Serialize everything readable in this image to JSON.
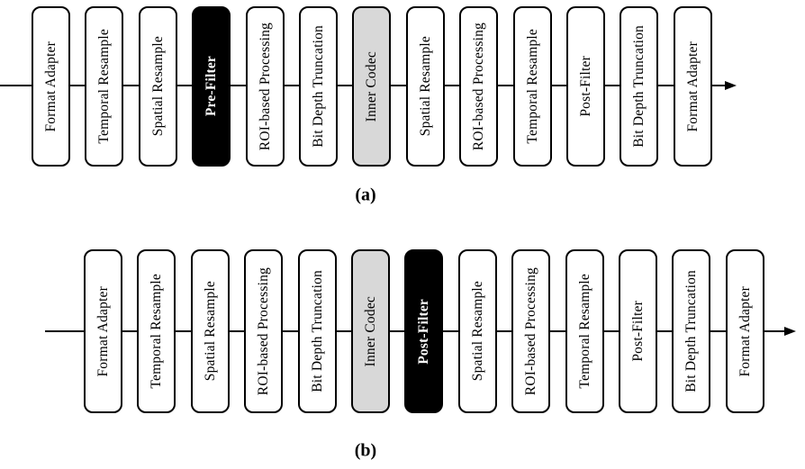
{
  "figure": {
    "colors": {
      "box_fill": "#ffffff",
      "border": "#000000",
      "line": "#000000",
      "codec_fill": "#d8d8d8",
      "highlight_fill": "#000000",
      "highlight_text": "#ffffff"
    },
    "pipelines": [
      {
        "id": "a",
        "caption": "(a)",
        "boxes": [
          {
            "label": "Format Adapter",
            "style": "normal"
          },
          {
            "label": "Temporal Resample",
            "style": "normal"
          },
          {
            "label": "Spatial Resample",
            "style": "normal"
          },
          {
            "label": "Pre-Filter",
            "style": "highlight"
          },
          {
            "label": "ROI-based Processing",
            "style": "normal"
          },
          {
            "label": "Bit Depth Truncation",
            "style": "normal"
          },
          {
            "label": "Inner Codec",
            "style": "codec"
          },
          {
            "label": "Spatial Resample",
            "style": "normal"
          },
          {
            "label": "ROI-based Processing",
            "style": "normal"
          },
          {
            "label": "Temporal Resample",
            "style": "normal"
          },
          {
            "label": "Post-Filter",
            "style": "normal"
          },
          {
            "label": "Bit Depth Truncation",
            "style": "normal"
          },
          {
            "label": "Format Adapter",
            "style": "normal"
          }
        ]
      },
      {
        "id": "b",
        "caption": "(b)",
        "boxes": [
          {
            "label": "Format Adapter",
            "style": "normal"
          },
          {
            "label": "Temporal Resample",
            "style": "normal"
          },
          {
            "label": "Spatial Resample",
            "style": "normal"
          },
          {
            "label": "ROI-based Processing",
            "style": "normal"
          },
          {
            "label": "Bit Depth Truncation",
            "style": "normal"
          },
          {
            "label": "Inner Codec",
            "style": "codec"
          },
          {
            "label": "Post-Filter",
            "style": "highlight"
          },
          {
            "label": "Spatial Resample",
            "style": "normal"
          },
          {
            "label": "ROI-based Processing",
            "style": "normal"
          },
          {
            "label": "Temporal Resample",
            "style": "normal"
          },
          {
            "label": "Post-Filter",
            "style": "normal"
          },
          {
            "label": "Bit Depth Truncation",
            "style": "normal"
          },
          {
            "label": "Format Adapter",
            "style": "normal"
          }
        ]
      }
    ]
  }
}
